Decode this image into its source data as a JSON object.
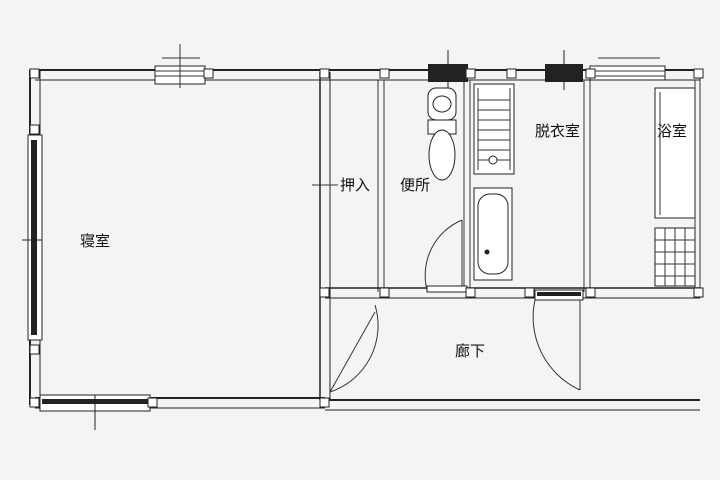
{
  "rooms": {
    "bedroom": "寝室",
    "closet": "押入",
    "toilet": "便所",
    "dressing": "脱衣室",
    "bath": "浴室",
    "hallway": "廊下"
  },
  "colors": {
    "background": "#f4f4f4",
    "wall": "#222222",
    "window_dark": "#222222"
  },
  "icons": [
    "toilet-icon",
    "washbasin-icon",
    "shelf-icon",
    "bathtub-icon",
    "door-swing-icon",
    "window-icon",
    "column-marker-icon"
  ]
}
